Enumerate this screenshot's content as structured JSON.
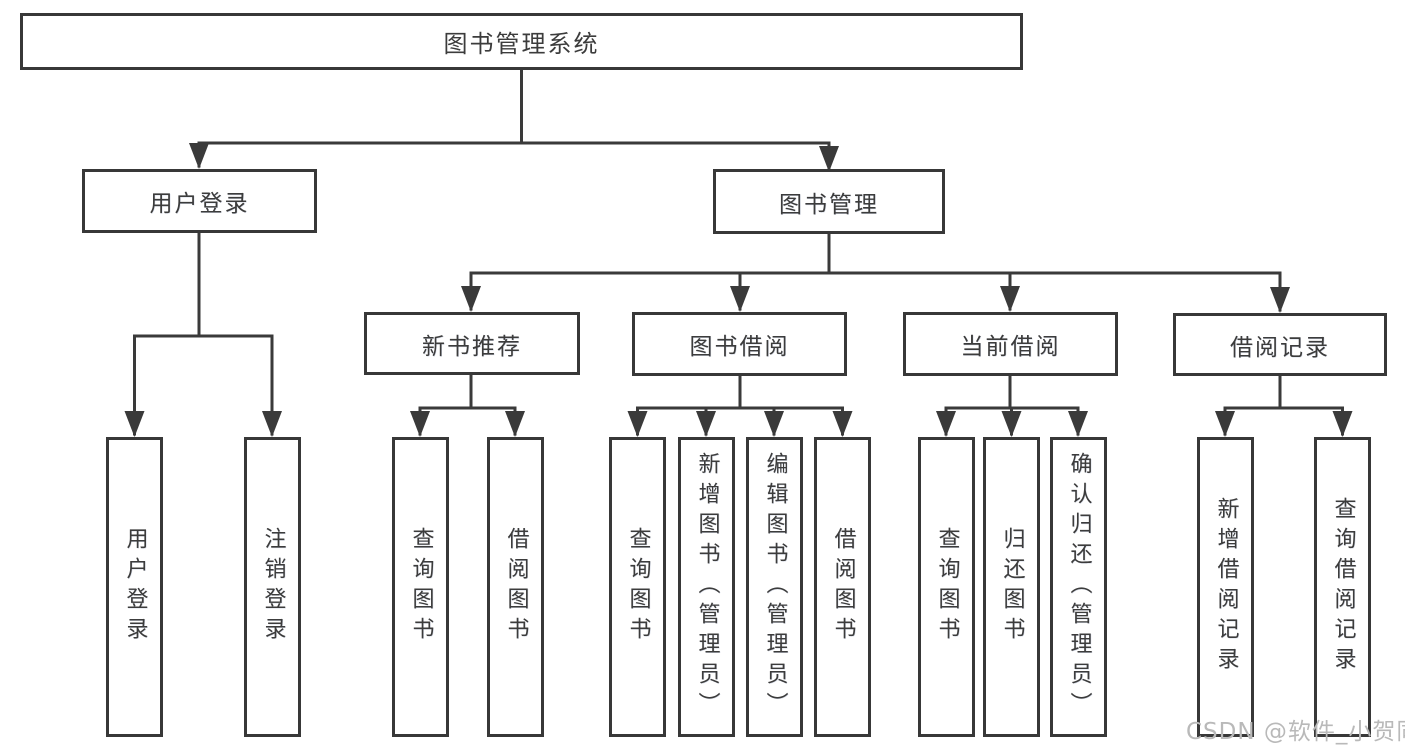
{
  "diagram": {
    "root": {
      "label": "图书管理系统"
    },
    "branches": [
      {
        "label": "用户登录",
        "children": [
          {
            "label": "用户登录"
          },
          {
            "label": "注销登录"
          }
        ]
      },
      {
        "label": "图书管理",
        "children": [
          {
            "label": "新书推荐",
            "children": [
              {
                "label": "查询图书"
              },
              {
                "label": "借阅图书"
              }
            ]
          },
          {
            "label": "图书借阅",
            "children": [
              {
                "label": "查询图书"
              },
              {
                "label": "新增图书（管理员）"
              },
              {
                "label": "编辑图书（管理员）"
              },
              {
                "label": "借阅图书"
              }
            ]
          },
          {
            "label": "当前借阅",
            "children": [
              {
                "label": "查询图书"
              },
              {
                "label": "归还图书"
              },
              {
                "label": "确认归还（管理员）"
              }
            ]
          },
          {
            "label": "借阅记录",
            "children": [
              {
                "label": "新增借阅记录"
              },
              {
                "label": "查询借阅记录"
              }
            ]
          }
        ]
      }
    ]
  },
  "watermark": {
    "text": "CSDN @软件_小贺同学"
  },
  "colors": {
    "line": "#3a3a3a",
    "border": "#383838",
    "text": "#3c3c3c",
    "watermark": "#b9b9b9",
    "background": "#ffffff"
  }
}
